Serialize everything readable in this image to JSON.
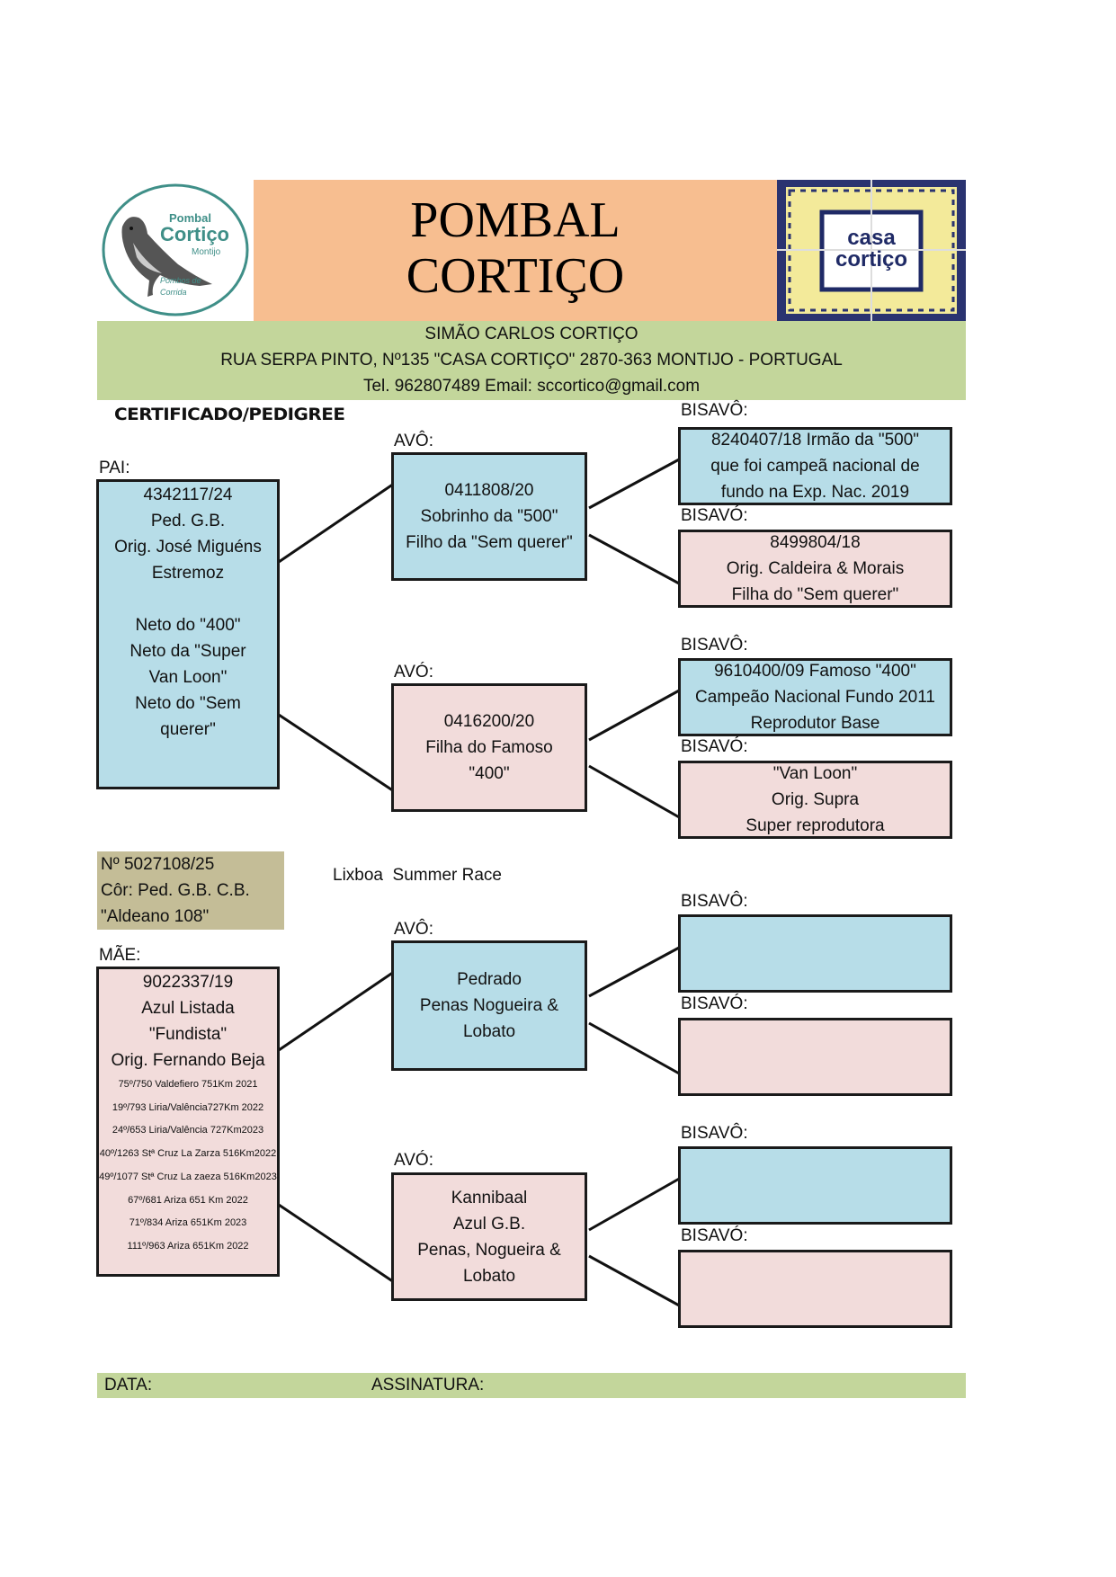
{
  "header": {
    "logo": {
      "line1": "Pombal",
      "line2": "Cortiço",
      "line3": "Montijo",
      "tagline1": "Pombos de",
      "tagline2": "Corrida",
      "icon": "pigeon-icon"
    },
    "title_line1": "POMBAL",
    "title_line2": "CORTIÇO",
    "tile": {
      "line1": "casa",
      "line2": "cortiço",
      "icon": "azulejo-tile-icon"
    },
    "owner": "SIMÃO CARLOS CORTIÇO",
    "address": "RUA SERPA PINTO, Nº135 \"CASA CORTIÇO\" 2870-363 MONTIJO - PORTUGAL",
    "contact": "Tel. 962807489  Email: sccortico@gmail.com"
  },
  "document_title": "CERTIFICADO/PEDIGREE",
  "labels": {
    "pai": "PAI:",
    "mae": "MÃE:",
    "avo_m": "AVÔ:",
    "avo_f": "AVÓ:",
    "bisavo_m": "BISAVÔ:",
    "bisavo_f": "BISAVÓ:"
  },
  "subject": {
    "ring": "Nº 5027108/25",
    "color": "Côr: Ped. G.B. C.B.",
    "name": "\"Aldeano 108\"",
    "race": "Lixboa  Summer Race"
  },
  "pai": {
    "lines": [
      "4342117/24",
      "Ped. G.B.",
      "Orig. José Miguéns",
      "Estremoz",
      "",
      "Neto do \"400\"",
      "Neto da \"Super",
      "Van Loon\"",
      "Neto do \"Sem",
      "querer\""
    ]
  },
  "mae": {
    "lines": [
      "9022337/19",
      "Azul Listada",
      "\"Fundista\"",
      "Orig. Fernando Beja"
    ],
    "results": [
      "75º/750 Valdefiero 751Km 2021",
      "19º/793 Liria/Valência727Km 2022",
      "24º/653 Liria/Valência 727Km2023",
      "40º/1263 Stª Cruz La Zarza 516Km2022",
      "49º/1077 Stª Cruz La zaeza 516Km2023",
      "67º/681 Ariza 651 Km 2022",
      "71º/834 Ariza 651Km 2023",
      "111º/963 Ariza 651Km 2022"
    ]
  },
  "avos": [
    {
      "lines": [
        "0411808/20",
        "Sobrinho da \"500\"",
        "Filho da \"Sem querer\""
      ]
    },
    {
      "lines": [
        "0416200/20",
        "Filha do Famoso",
        "\"400\""
      ]
    },
    {
      "lines": [
        "Pedrado",
        "Penas Nogueira &",
        "Lobato"
      ]
    },
    {
      "lines": [
        "Kannibaal",
        "Azul G.B.",
        "Penas, Nogueira &",
        "Lobato"
      ]
    }
  ],
  "bisavos": [
    {
      "lines": [
        "8240407/18 Irmão da \"500\"",
        "que foi campeã nacional de",
        "fundo na Exp. Nac. 2019"
      ]
    },
    {
      "lines": [
        "8499804/18",
        "Orig. Caldeira & Morais",
        "Filha do \"Sem querer\""
      ]
    },
    {
      "lines": [
        "9610400/09 Famoso \"400\"",
        "Campeão Nacional Fundo 2011",
        "Reprodutor Base"
      ]
    },
    {
      "lines": [
        "\"Van Loon\"",
        "Orig. Supra",
        "Super reprodutora"
      ]
    },
    {
      "lines": []
    },
    {
      "lines": []
    },
    {
      "lines": []
    },
    {
      "lines": []
    }
  ],
  "footer": {
    "date_label": "DATA:",
    "signature_label": "ASSINATURA:"
  },
  "colors": {
    "male_box": "#b7dde8",
    "female_box": "#f2dcdb",
    "band_green": "#c3d69b",
    "title_orange": "#f7be90",
    "id_box": "#c4bd97"
  }
}
